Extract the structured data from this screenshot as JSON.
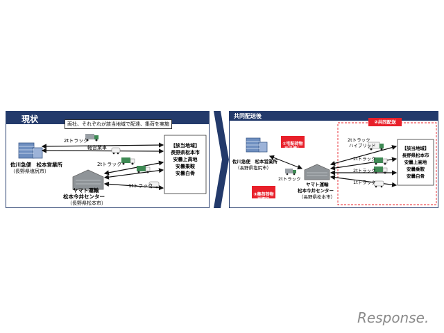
{
  "left_panel": {
    "title": "現状",
    "note": "両社、それぞれが該当地域で配達、集荷を実施",
    "sagawa_name": "佐川急便　松本営業所",
    "sagawa_location": "（長野県塩尻市）",
    "yamato_name_1": "ヤマト運輸",
    "yamato_name_2": "松本今井センター",
    "yamato_location": "（長野県松本市）",
    "truck_labels": [
      "2tトラック",
      "軽営業車",
      "2tトラック",
      "1tトラック"
    ],
    "area_box": [
      "【該当地域】",
      "長野県松本市",
      "安曇上高地",
      "安曇乗鞍",
      "安曇白骨"
    ]
  },
  "right_panel": {
    "title": "共同配送後",
    "sagawa_name": "佐川急便　松本営業所",
    "sagawa_location": "（長野県塩尻市）",
    "yamato_name_1": "ヤマト運輸",
    "yamato_name_2": "松本今井センター",
    "yamato_location": "（長野県松本市）",
    "handover_label": "①宅配荷物\n引き渡し",
    "pickup_label": "③集荷荷物\n引取り",
    "truck_2t_label": "2tトラック",
    "joint_label": "②共同配送",
    "truck_labels": [
      "2tトラック",
      "ハイブリッド",
      "2tトラック",
      "2tトラック",
      "1tトラック"
    ],
    "area_box": [
      "【該当地域】",
      "長野県松本市",
      "安曇上高地",
      "安曇乗鞍",
      "安曇白骨"
    ]
  },
  "watermark": "Response.",
  "colors": {
    "navy": "#233a6b",
    "red": "#e8202a",
    "truck_green": "#3e8a54",
    "building_blue": "#6f8fc0",
    "warehouse_gray": "#8f9498"
  }
}
